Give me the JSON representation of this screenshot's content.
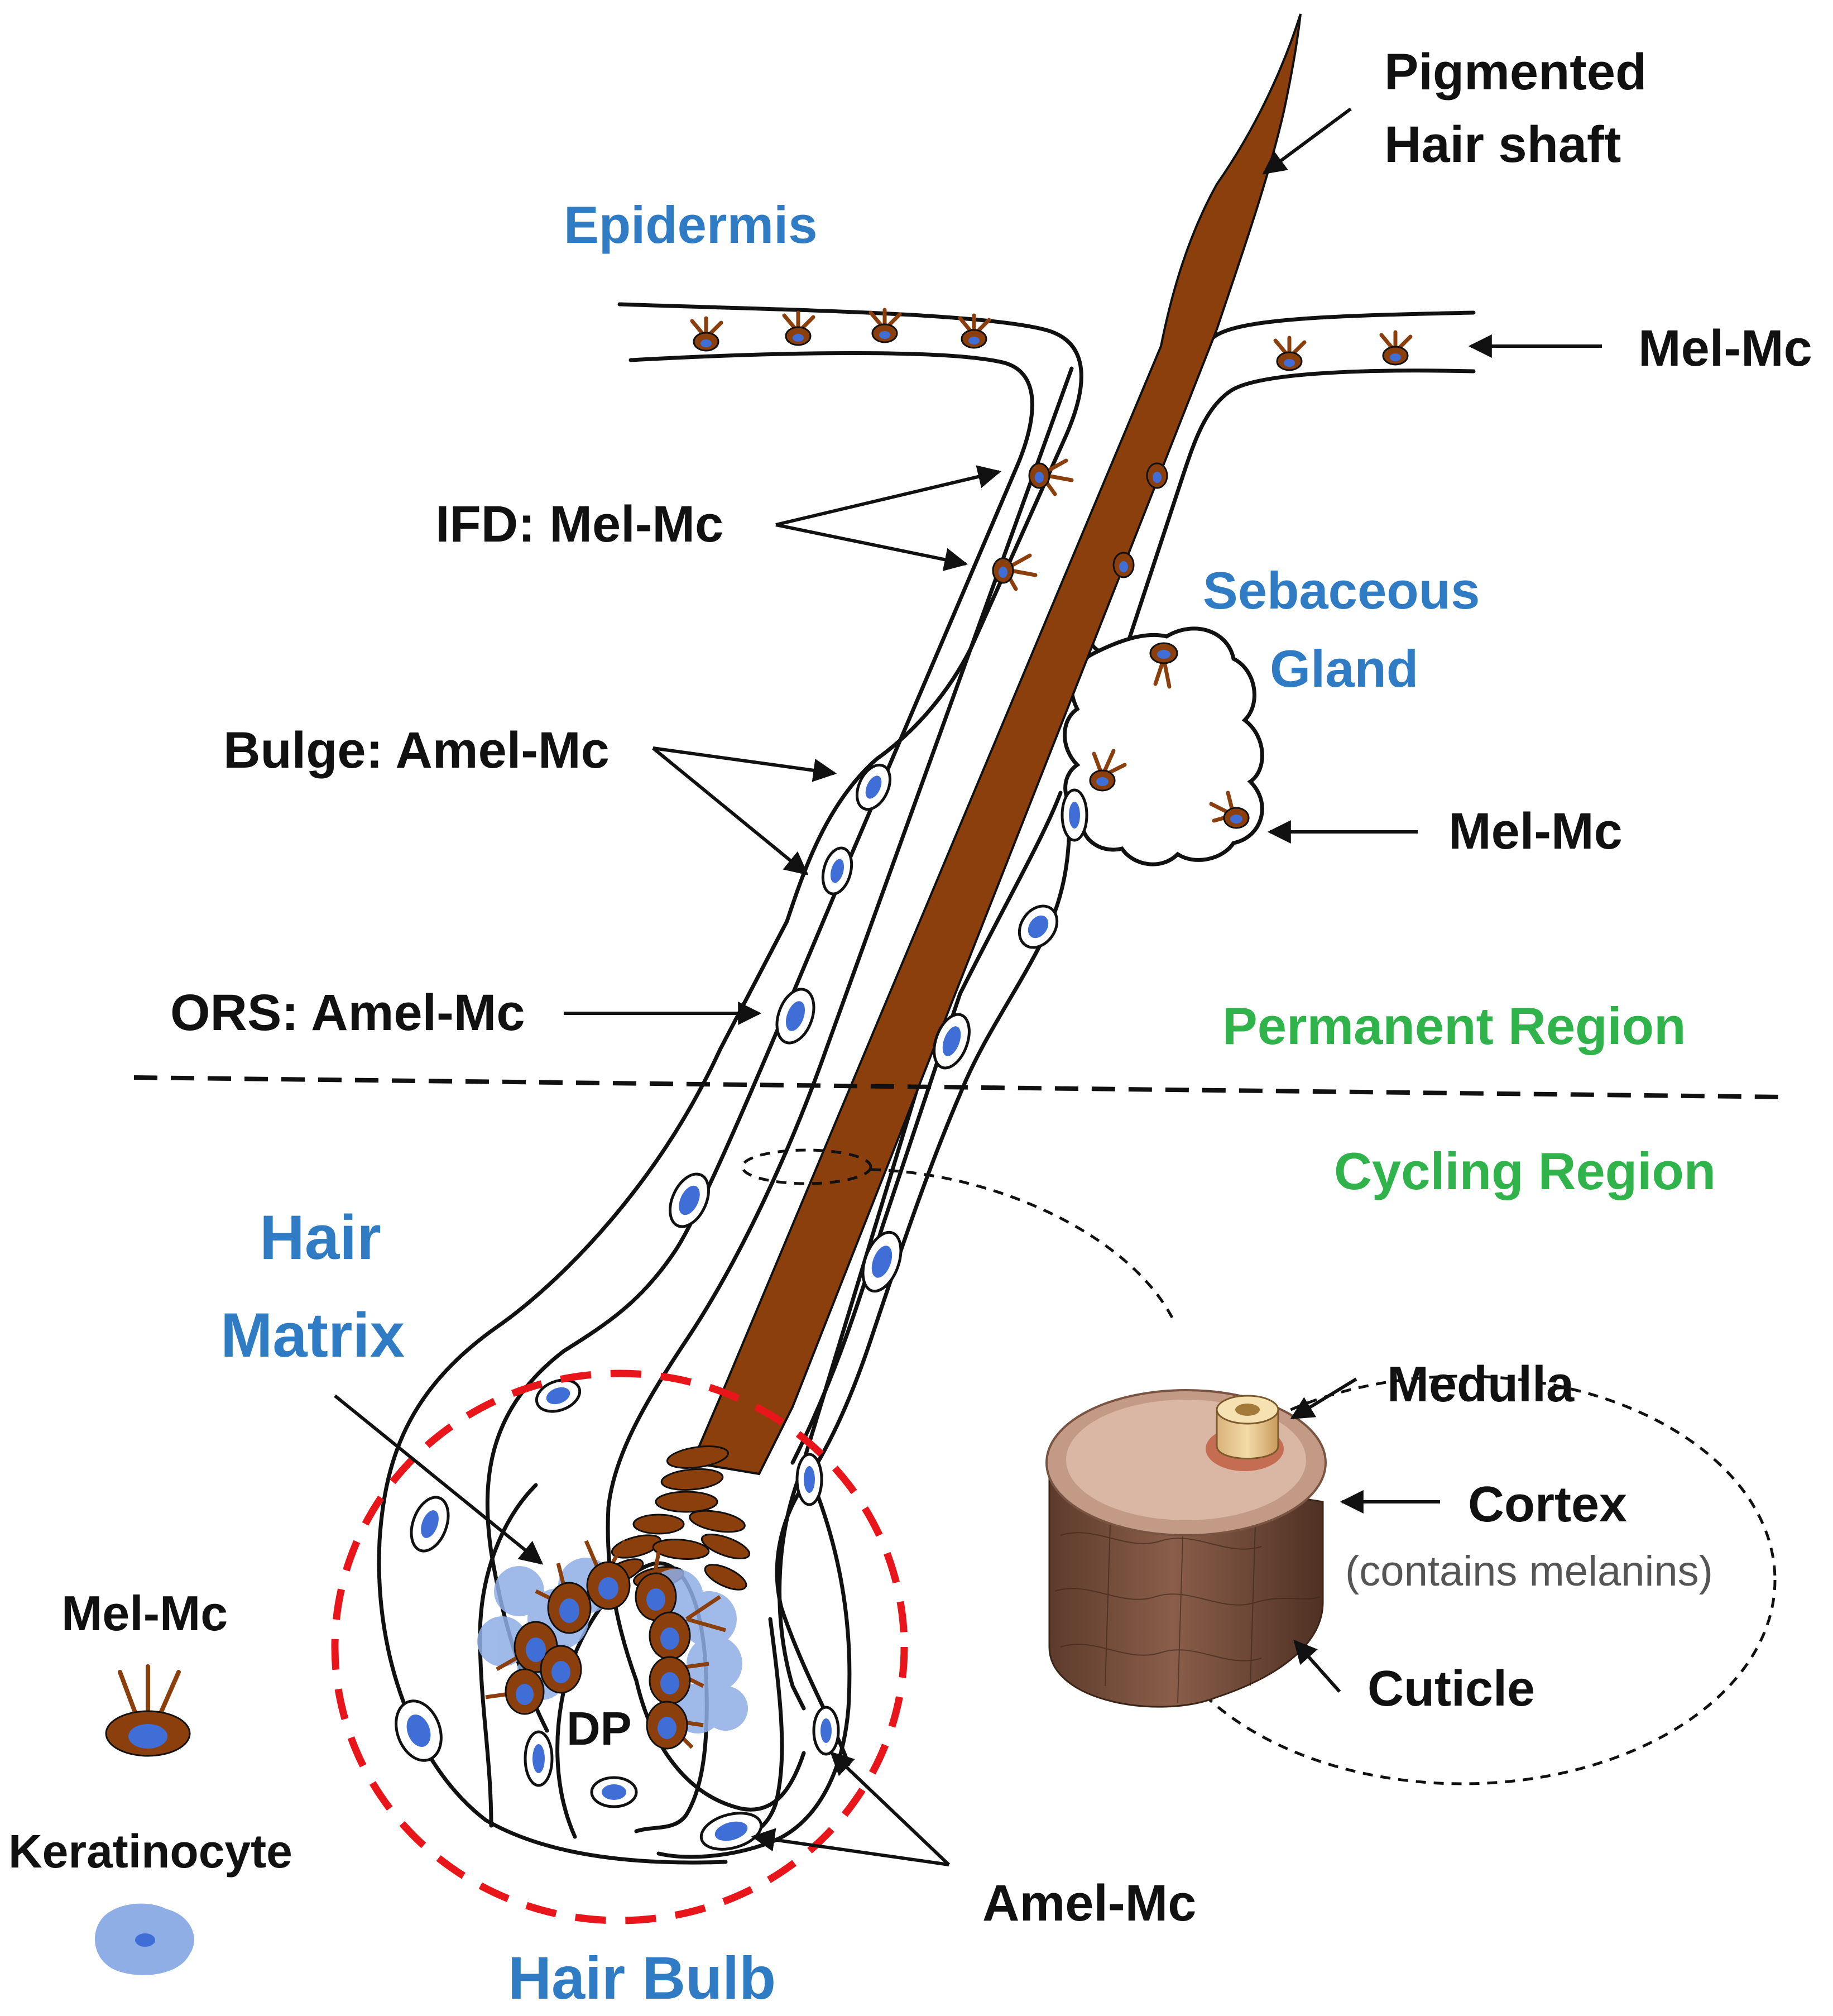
{
  "labels": {
    "pigmented_hair_shaft_line1": "Pigmented",
    "pigmented_hair_shaft_line2": "Hair shaft",
    "epidermis": "Epidermis",
    "mel_mc_epidermis": "Mel-Mc",
    "ifd_mel_mc": "IFD: Mel-Mc",
    "sebaceous_line1": "Sebaceous",
    "sebaceous_line2": "Gland",
    "bulge_amel_mc": "Bulge: Amel-Mc",
    "mel_mc_sebaceous": "Mel-Mc",
    "ors_amel_mc": "ORS: Amel-Mc",
    "permanent_region": "Permanent Region",
    "cycling_region": "Cycling Region",
    "hair_matrix_line1": "Hair",
    "hair_matrix_line2": "Matrix",
    "medulla": "Medulla",
    "cortex": "Cortex",
    "cortex_note": "(contains melanins)",
    "cuticle": "Cuticle",
    "dp": "DP",
    "amel_mc_bulb": "Amel-Mc",
    "hair_bulb": "Hair Bulb",
    "legend_mel_mc": "Mel-Mc",
    "legend_keratinocyte": "Keratinocyte"
  },
  "colors": {
    "blue_label": "#2f7bc4",
    "green_label": "#2fb34a",
    "hair_brown": "#8b3f0c",
    "nucleus_blue": "#3f6fd6",
    "keratinocyte_blue": "#8faee6",
    "bulb_circle_red": "#e8161b",
    "outline_black": "#111111"
  }
}
